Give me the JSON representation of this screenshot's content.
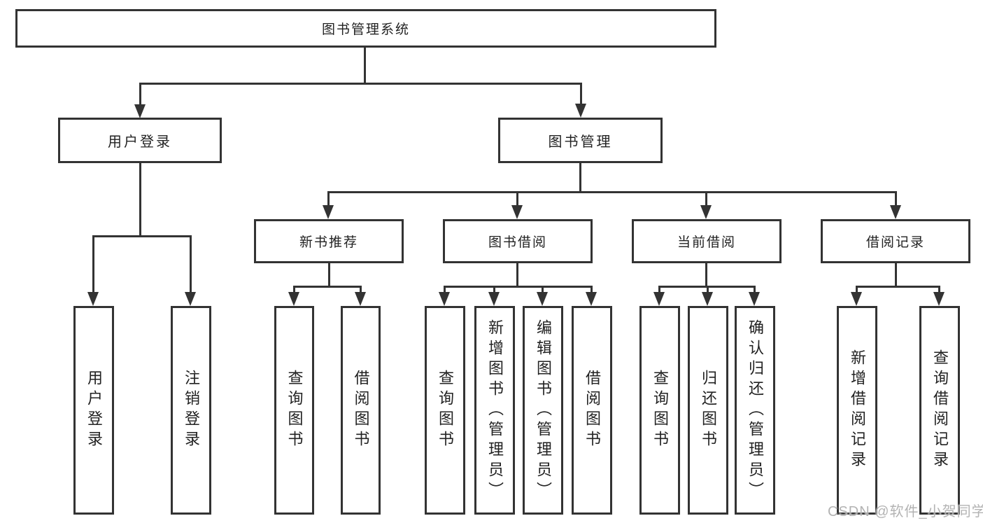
{
  "diagram": {
    "watermark": "CSDN @软件_小贺同学",
    "line_color": "#333333",
    "tree": {
      "label": "图书管理系统",
      "children": [
        {
          "label": "用户登录",
          "children": [
            {
              "label": "用户登录"
            },
            {
              "label": "注销登录"
            }
          ]
        },
        {
          "label": "图书管理",
          "children": [
            {
              "label": "新书推荐",
              "children": [
                {
                  "label": "查询图书"
                },
                {
                  "label": "借阅图书"
                }
              ]
            },
            {
              "label": "图书借阅",
              "children": [
                {
                  "label": "查询图书"
                },
                {
                  "label": "新增图书（管理员）"
                },
                {
                  "label": "编辑图书（管理员）"
                },
                {
                  "label": "借阅图书"
                }
              ]
            },
            {
              "label": "当前借阅",
              "children": [
                {
                  "label": "查询图书"
                },
                {
                  "label": "归还图书"
                },
                {
                  "label": "确认归还（管理员）"
                }
              ]
            },
            {
              "label": "借阅记录",
              "children": [
                {
                  "label": "新增借阅记录"
                },
                {
                  "label": "查询借阅记录"
                }
              ]
            }
          ]
        }
      ]
    }
  }
}
